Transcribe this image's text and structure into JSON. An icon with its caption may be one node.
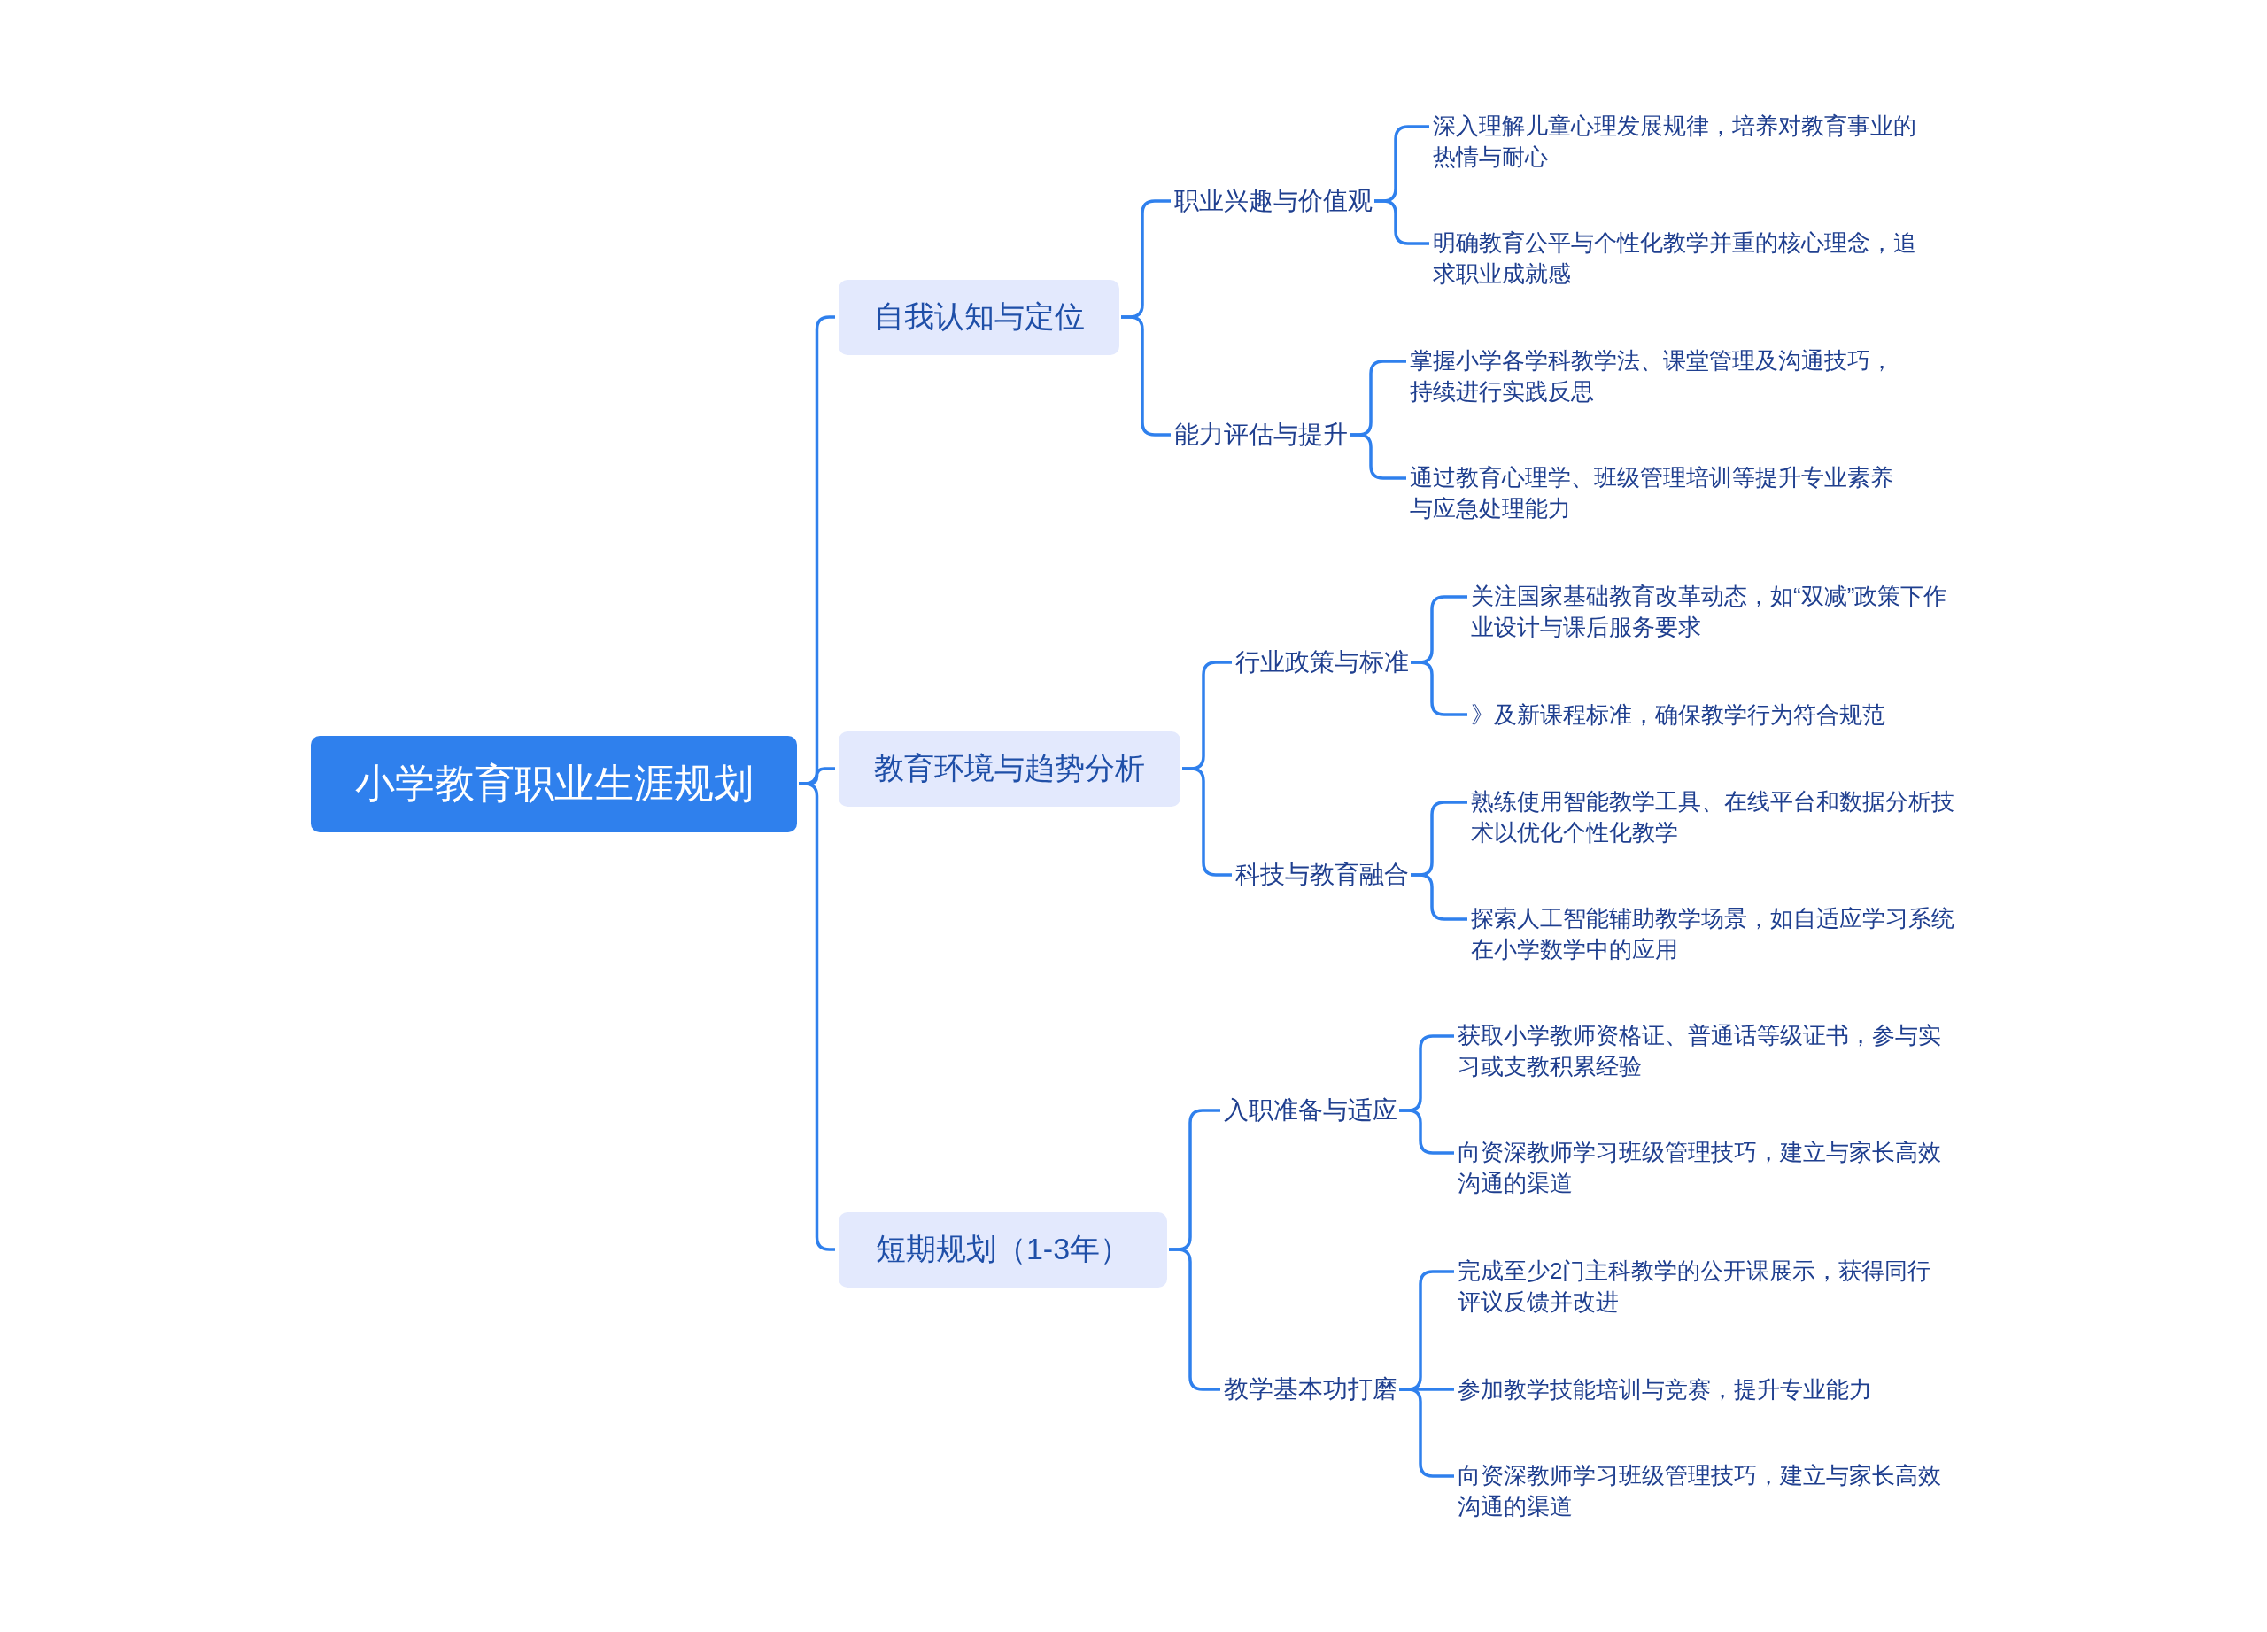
{
  "diagram": {
    "nodes": [
      {
        "text": [
          "小学教育职业生涯规划"
        ]
      },
      {
        "text": [
          "自我认知与定位"
        ]
      },
      {
        "text": [
          "职业兴趣与价值观"
        ]
      },
      {
        "text": [
          "深入理解儿童心理发展规律，培养对教育事业的热情与耐心"
        ]
      },
      {
        "text": [
          "明确教育公平与个性化教学并重的核心理念，追求职业成就感"
        ]
      },
      {
        "text": [
          "能力评估与提升"
        ]
      },
      {
        "text": [
          "掌握小学各学科教学法、课堂管理及沟通技巧，持续进行实践反思"
        ]
      },
      {
        "text": [
          "通过教育心理学、班级管理培训等提升专业素养与应急处理能力"
        ]
      },
      {
        "text": [
          "教育环境与趋势分析"
        ]
      },
      {
        "text": [
          "行业政策与标准"
        ]
      },
      {
        "text": [
          "关注国家基础教育改革动态，如“双减”政策下作业设计与课后服务要求"
        ]
      },
      {
        "text": [
          "》及新课程标准，确保教学行为符合规范"
        ]
      },
      {
        "text": [
          "科技与教育融合"
        ]
      },
      {
        "text": [
          "熟练使用智能教学工具、在线平台和数据分析技术以优化个性化教学"
        ]
      },
      {
        "text": [
          "探索人工智能辅助教学场景，如自适应学习系统在小学数学中的应用"
        ]
      },
      {
        "text": [
          "短期规划（1-3年）"
        ]
      },
      {
        "text": [
          "入职准备与适应"
        ]
      },
      {
        "text": [
          "获取小学教师资格证、普通话等级证书，参与实习或支教积累经验"
        ]
      },
      {
        "text": [
          "向资深教师学习班级管理技巧，建立与家长高效沟通的渠道"
        ]
      },
      {
        "text": [
          "教学基本功打磨"
        ]
      },
      {
        "text": [
          "完成至少2门主科教学的公开课展示，获得同行评议反馈并改进"
        ]
      },
      {
        "text": [
          "参加教学技能培训与竞赛，提升专业能力"
        ]
      },
      {
        "text": [
          "向资深教师学习班级管理技巧，建立与家长高效沟通的渠道"
        ]
      }
    ],
    "edges": [
      {
        "from": 0,
        "to": 1,
        "arrow": "none"
      },
      {
        "from": 1,
        "to": 2,
        "arrow": "none"
      },
      {
        "from": 2,
        "to": 3,
        "arrow": "none"
      },
      {
        "from": 2,
        "to": 4,
        "arrow": "none"
      },
      {
        "from": 1,
        "to": 5,
        "arrow": "none"
      },
      {
        "from": 5,
        "to": 6,
        "arrow": "none"
      },
      {
        "from": 5,
        "to": 7,
        "arrow": "none"
      },
      {
        "from": 0,
        "to": 8,
        "arrow": "none"
      },
      {
        "from": 8,
        "to": 9,
        "arrow": "none"
      },
      {
        "from": 9,
        "to": 10,
        "arrow": "none"
      },
      {
        "from": 9,
        "to": 11,
        "arrow": "none"
      },
      {
        "from": 8,
        "to": 12,
        "arrow": "none"
      },
      {
        "from": 12,
        "to": 13,
        "arrow": "none"
      },
      {
        "from": 12,
        "to": 14,
        "arrow": "none"
      },
      {
        "from": 0,
        "to": 15,
        "arrow": "none"
      },
      {
        "from": 15,
        "to": 16,
        "arrow": "none"
      },
      {
        "from": 16,
        "to": 17,
        "arrow": "none"
      },
      {
        "from": 16,
        "to": 18,
        "arrow": "none"
      },
      {
        "from": 15,
        "to": 19,
        "arrow": "none"
      },
      {
        "from": 19,
        "to": 20,
        "arrow": "none"
      },
      {
        "from": 19,
        "to": 21,
        "arrow": "none"
      },
      {
        "from": 19,
        "to": 22,
        "arrow": "none"
      }
    ]
  }
}
